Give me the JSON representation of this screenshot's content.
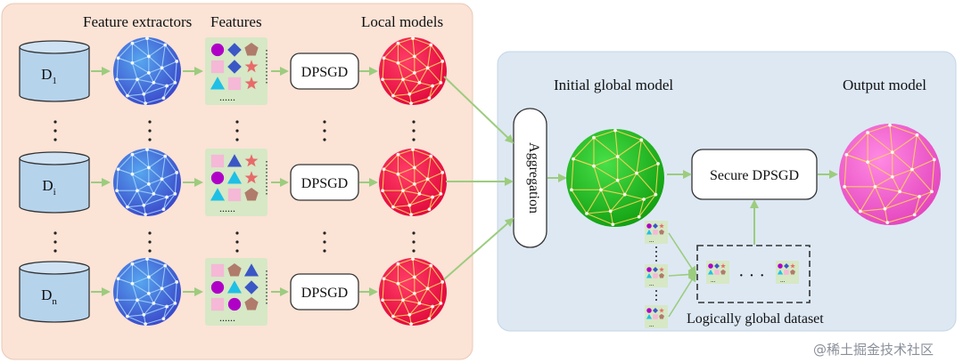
{
  "headers": {
    "feature_extractors": "Feature extractors",
    "features": "Features",
    "local_models": "Local models",
    "initial_global_model": "Initial global model",
    "output_model": "Output model"
  },
  "datasets": [
    {
      "main": "D",
      "sub": "1"
    },
    {
      "main": "D",
      "sub": "i"
    },
    {
      "main": "D",
      "sub": "n"
    }
  ],
  "dpsgd_label": "DPSGD",
  "aggregation_label": "Aggregation",
  "secure_dpsgd_label": "Secure DPSGD",
  "logical_dataset_label": "Logically global dataset",
  "ellipsis_dots": "......",
  "watermark": "@稀土掘金技术社区",
  "colors": {
    "left_panel": "#fbe3d6",
    "right_panel": "#dde8f3",
    "dataset_fill": "#b6d3ec",
    "feature_extractor": "#3d6fd6",
    "features_panel": "#d6e8c5",
    "local_model": "#f0164a",
    "global_model": "#1fb81f",
    "output_model": "#ef52c6",
    "arrow": "#9ccc7e"
  }
}
